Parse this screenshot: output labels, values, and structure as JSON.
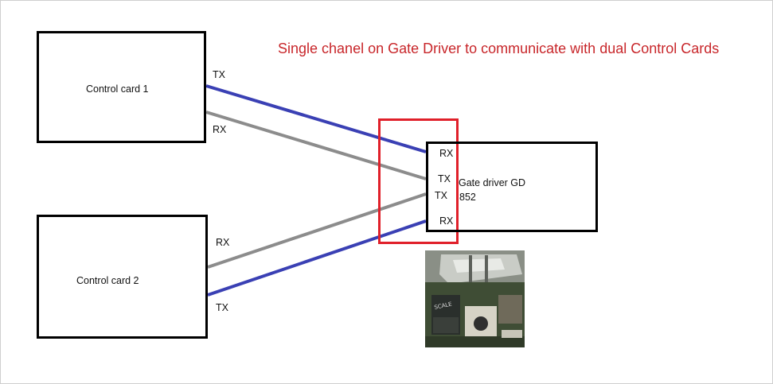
{
  "title": "Single chanel on Gate Driver to communicate with dual Control Cards",
  "colors": {
    "title": "#c8262a",
    "highlight": "#e0202a",
    "blue_wire": "#3a40b4",
    "gray_wire": "#8c8c8c",
    "box_border": "#000000"
  },
  "control_card_1": {
    "label": "Control card 1",
    "tx": "TX",
    "rx": "RX"
  },
  "control_card_2": {
    "label": "Control card 2",
    "rx": "RX",
    "tx": "TX"
  },
  "gate_driver": {
    "label_line1": "Gate driver GD",
    "label_line2": "852",
    "pins": [
      "RX",
      "TX",
      "TX",
      "RX"
    ]
  },
  "photo": {
    "label": "SCALE"
  },
  "connections": [
    {
      "from": "control_card_1.TX",
      "to": "gate_driver.RX_1",
      "color": "blue"
    },
    {
      "from": "control_card_1.RX",
      "to": "gate_driver.TX_1",
      "color": "gray"
    },
    {
      "from": "control_card_2.RX",
      "to": "gate_driver.TX_2",
      "color": "gray"
    },
    {
      "from": "control_card_2.TX",
      "to": "gate_driver.RX_2",
      "color": "blue"
    }
  ]
}
